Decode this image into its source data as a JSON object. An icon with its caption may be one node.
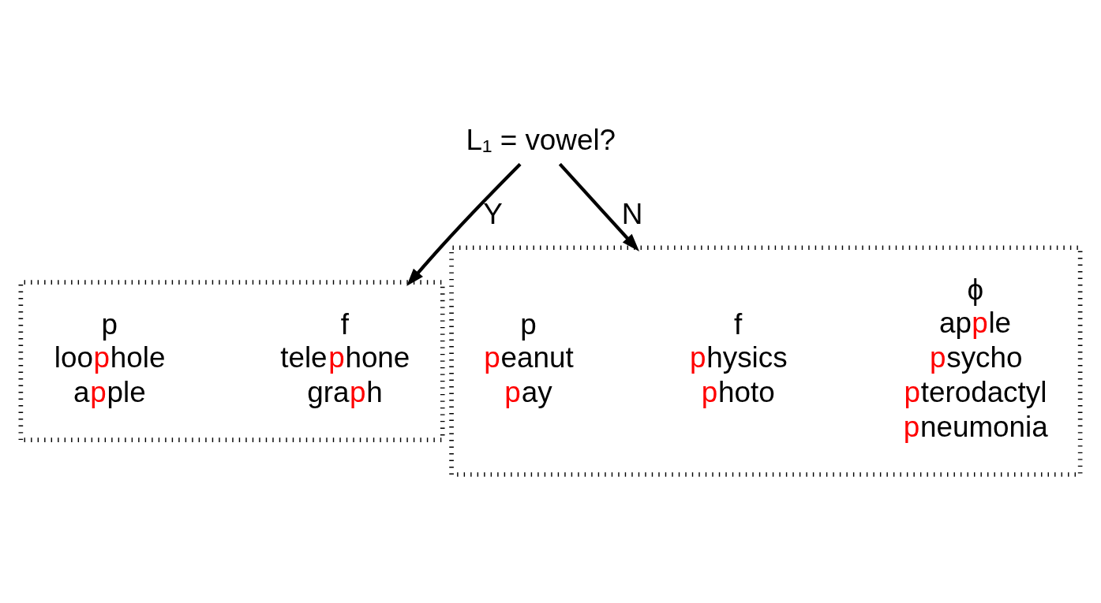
{
  "diagram": {
    "nodes": [
      {
        "text": [
          "L₁ = vowel?"
        ]
      },
      {
        "text": [],
        "shape": "box"
      },
      {
        "text": [
          "p",
          "loophole",
          "apple"
        ],
        "in": 1
      },
      {
        "text": [
          "f",
          "telephone",
          "graph"
        ],
        "in": 1
      },
      {
        "text": [],
        "shape": "box"
      },
      {
        "text": [
          "p",
          "peanut",
          "pay"
        ],
        "in": 4
      },
      {
        "text": [
          "f",
          "physics",
          "photo"
        ],
        "in": 4
      },
      {
        "text": [
          "ϕ",
          "apple",
          "psycho",
          "pterodactyl",
          "pneumonia"
        ],
        "in": 4
      }
    ],
    "edges": [
      {
        "from": 0,
        "to": 1,
        "arrow": "to",
        "label": "Y"
      },
      {
        "from": 0,
        "to": 4,
        "arrow": "to",
        "label": "N"
      }
    ]
  }
}
